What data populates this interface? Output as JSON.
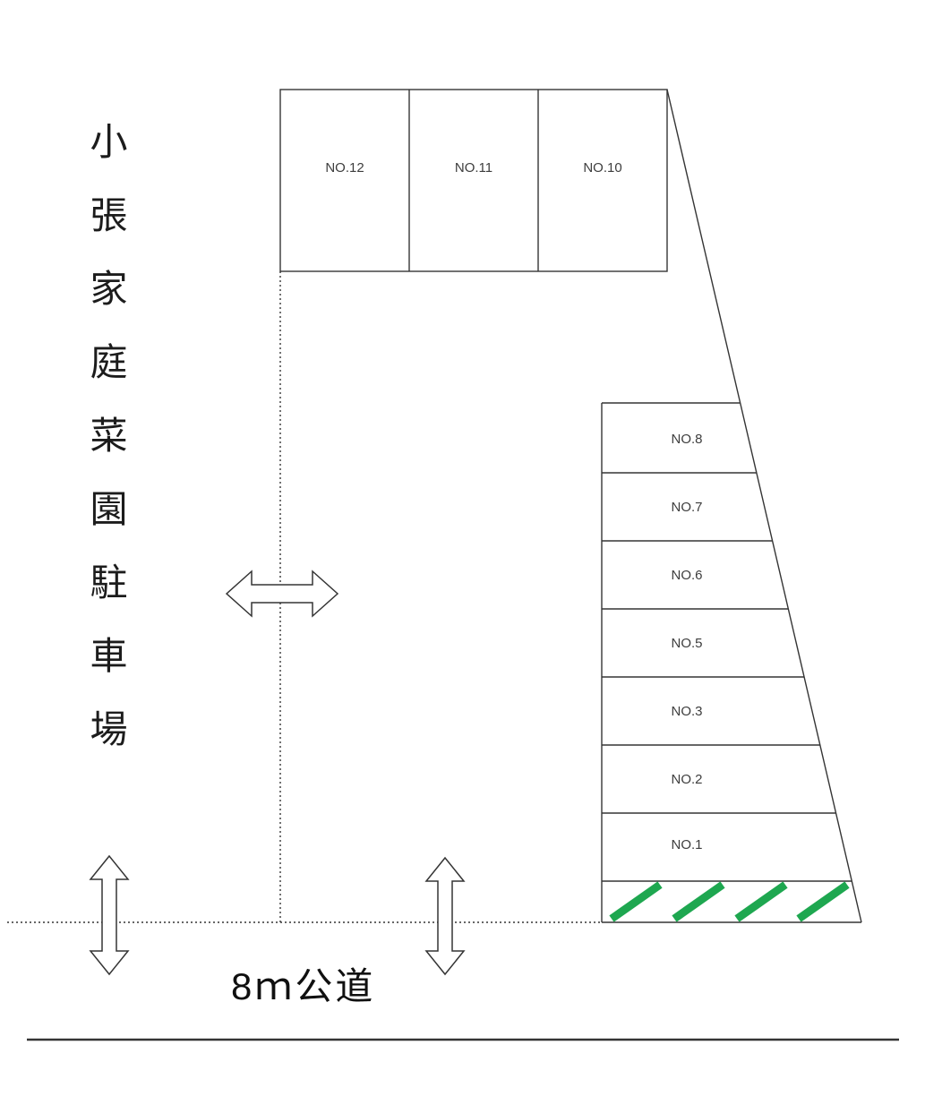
{
  "title": {
    "text": "小張家庭菜園駐車場"
  },
  "top_row": {
    "spaces": [
      {
        "label": "NO.12"
      },
      {
        "label": "NO.11"
      },
      {
        "label": "NO.10"
      }
    ]
  },
  "right_column": {
    "spaces": [
      {
        "label": "NO.8"
      },
      {
        "label": "NO.7"
      },
      {
        "label": "NO.6"
      },
      {
        "label": "NO.5"
      },
      {
        "label": "NO.3"
      },
      {
        "label": "NO.2"
      },
      {
        "label": "NO.1"
      }
    ]
  },
  "road": {
    "label": "8ｍ公道"
  },
  "colors": {
    "line": "#353535",
    "stripe_green": "#1ea750",
    "arrow_fill": "#ffffff"
  }
}
